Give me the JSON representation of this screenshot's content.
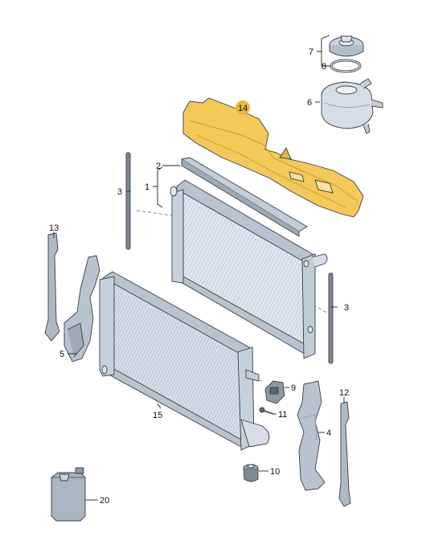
{
  "callouts": [
    {
      "id": "1",
      "text": "1"
    },
    {
      "id": "2",
      "text": "2"
    },
    {
      "id": "3a",
      "text": "3"
    },
    {
      "id": "3b",
      "text": "3"
    },
    {
      "id": "4",
      "text": "4"
    },
    {
      "id": "5",
      "text": "5"
    },
    {
      "id": "6",
      "text": "6"
    },
    {
      "id": "7",
      "text": "7"
    },
    {
      "id": "8",
      "text": "8"
    },
    {
      "id": "9",
      "text": "9"
    },
    {
      "id": "10",
      "text": "10"
    },
    {
      "id": "11",
      "text": "11"
    },
    {
      "id": "12",
      "text": "12"
    },
    {
      "id": "13",
      "text": "13"
    },
    {
      "id": "14",
      "text": "14"
    },
    {
      "id": "15",
      "text": "15"
    },
    {
      "id": "20",
      "text": "20"
    }
  ],
  "colors": {
    "highlight_part": "#f4c95a",
    "highlight_badge": "#e8b93a",
    "parts_light": "#dfe6ee",
    "parts_mid": "#b8c3cf",
    "parts_dark": "#8d99a6",
    "line": "#3a3f45"
  }
}
